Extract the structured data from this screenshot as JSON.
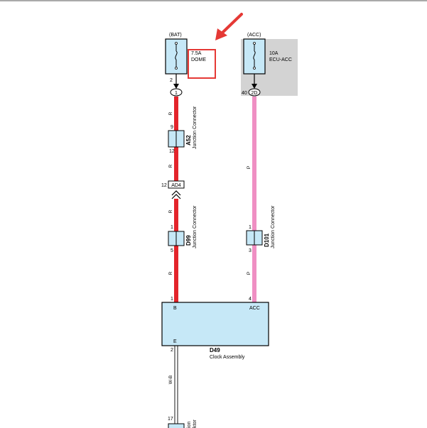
{
  "fuses": {
    "left": {
      "source": "(BAT)",
      "rating": "7.5A",
      "name": "DOME",
      "pin": "2",
      "connector": "1"
    },
    "right": {
      "source": "(ACC)",
      "rating": "10A",
      "name": "ECU-ACC",
      "pin": "40",
      "connector": "2D"
    }
  },
  "wires": {
    "left_color_code": "R",
    "right_color_code": "P",
    "bottom_color_code": "W-B"
  },
  "connectors": {
    "a52": {
      "id": "A52",
      "label": "Junction Connector",
      "pin_top": "9",
      "pin_bottom": "12"
    },
    "ad4": {
      "id": "AD4",
      "pin": "12"
    },
    "d99": {
      "id": "D99",
      "label": "Junction Connector",
      "pin_top": "1",
      "pin_bottom": "5"
    },
    "d101": {
      "id": "D101",
      "label": "Junction Connector",
      "pin_top": "1",
      "pin_bottom": "3"
    },
    "bottom": {
      "pin": "17",
      "label_fragment": "ktor",
      "label_fragment2": "ion"
    }
  },
  "clock": {
    "id": "D49",
    "name": "Clock Assembly",
    "terminal_b": "B",
    "terminal_acc": "ACC",
    "terminal_e": "E",
    "pin_b": "1",
    "pin_acc": "4",
    "pin_e": "2"
  },
  "colors": {
    "red_wire": "#e3242b",
    "pink_wire": "#ef8fc3",
    "component_fill": "#c6e8f7",
    "acc_highlight": "#d3d3d3",
    "annotation": "#e53935"
  }
}
